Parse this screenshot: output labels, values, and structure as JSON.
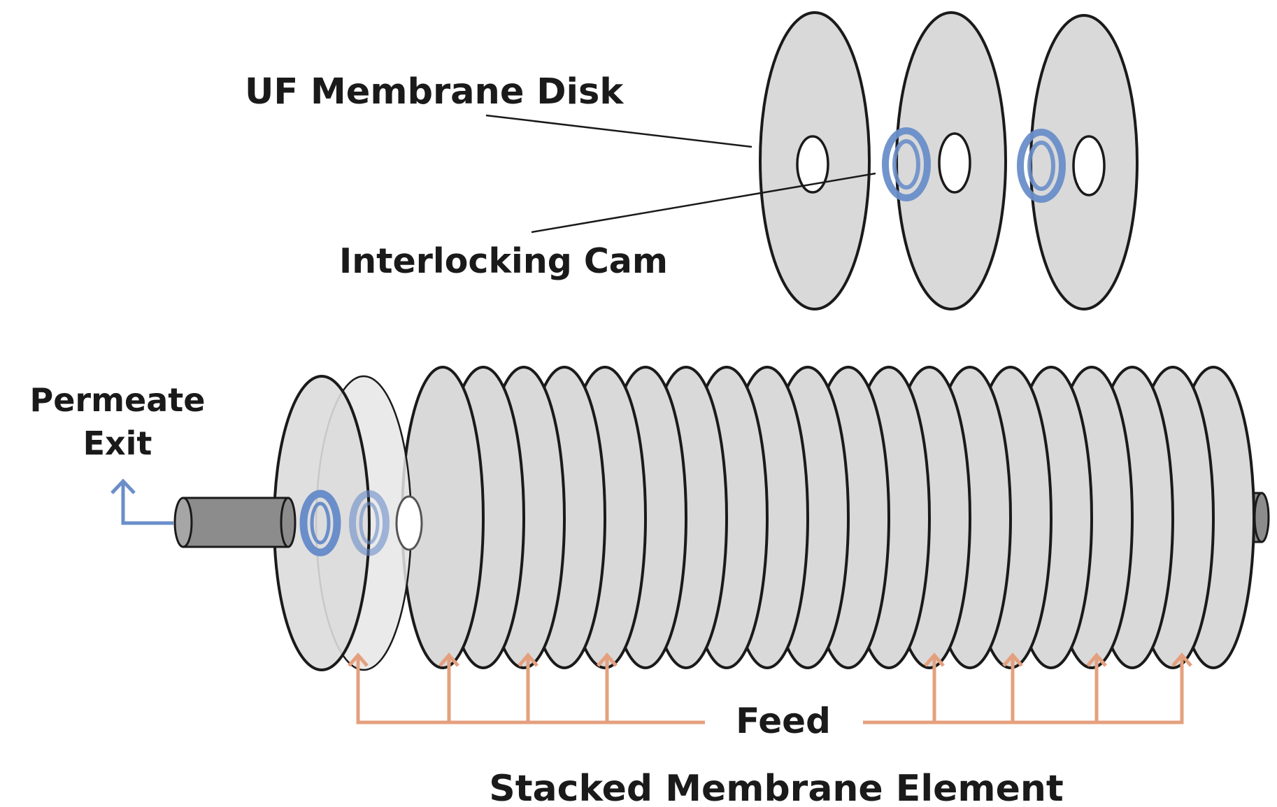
{
  "labels": {
    "uf_membrane_disk": "UF Membrane Disk",
    "interlocking_cam": "Interlocking Cam",
    "permeate_line1": "Permeate",
    "permeate_line2": "Exit",
    "feed": "Feed",
    "stacked_membrane_element": "Stacked Membrane Element"
  },
  "colors": {
    "disk_fill": "#d9d9d9",
    "outline": "#1a1a1a",
    "cam": "#6a8ec9",
    "feed_arrow": "#e4a07e",
    "permeate_arrow": "#6a8ec9",
    "shaft": "#8c8c8c"
  }
}
